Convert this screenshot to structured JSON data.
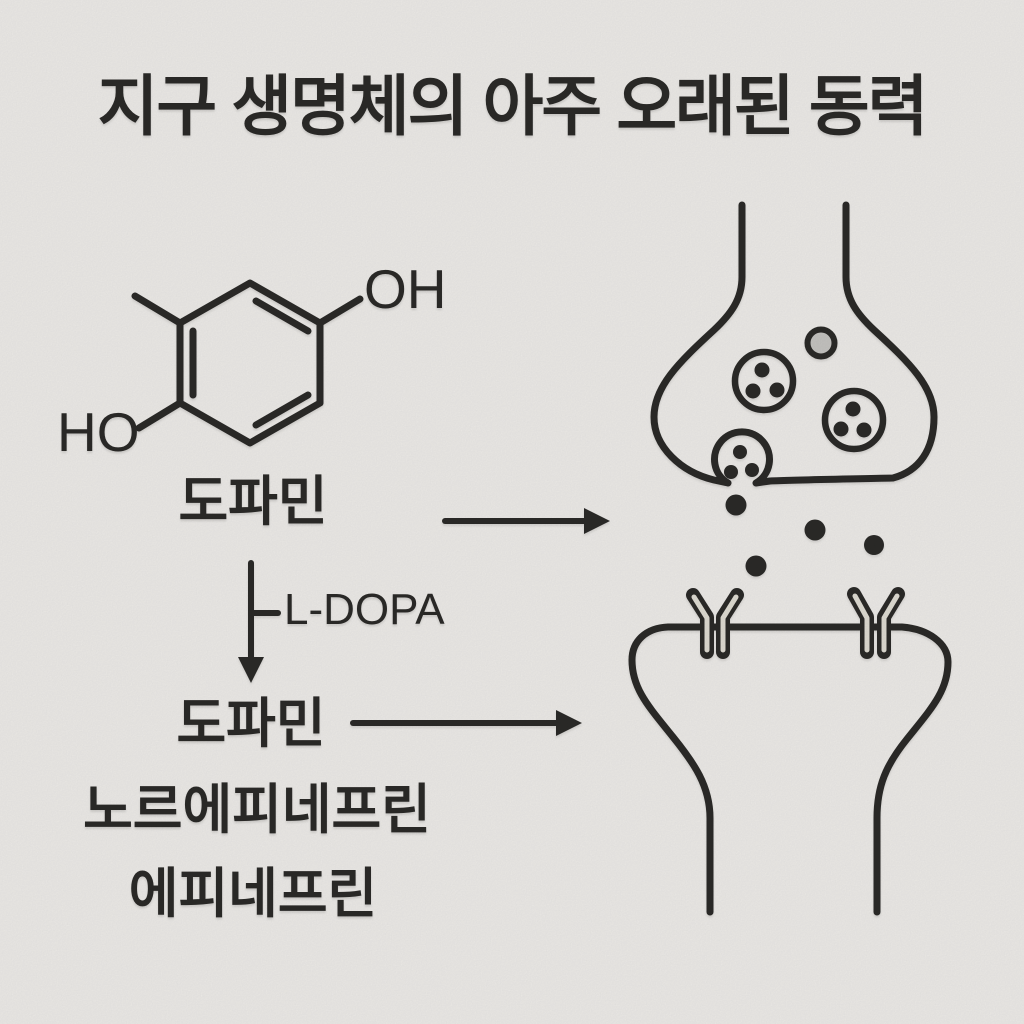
{
  "title": "지구 생명체의 아주 오래된 동력",
  "colors": {
    "background": "#edebe8",
    "ink": "#2b2a28",
    "vesicle_gray": "#c4c3c0",
    "receptor_fill": "#dedbd2"
  },
  "molecule": {
    "label": "도파민",
    "hydroxyl_top": "OH",
    "hydroxyl_bottom": "HO"
  },
  "pathway": {
    "branch_label": "L-DOPA",
    "products": [
      "도파민",
      "노르에피네프린",
      "에피네프린"
    ]
  },
  "synapse": {
    "presynaptic": "presynaptic-terminal-with-vesicles",
    "postsynaptic": "postsynaptic-terminal-with-receptors",
    "vesicles": 3,
    "released_neurotransmitters": 4,
    "receptors": 2
  }
}
